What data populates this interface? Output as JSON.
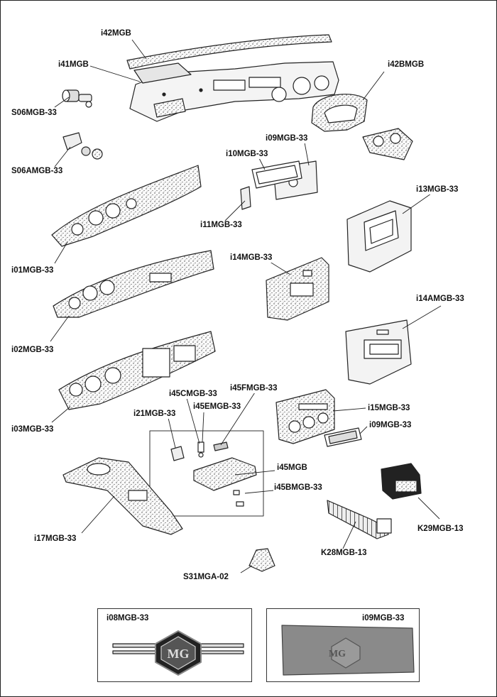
{
  "labels": {
    "i42MGB": "i42MGB",
    "i41MGB": "i41MGB",
    "i42BMGB": "i42BMGB",
    "S06MGB_33": "S06MGB-33",
    "i09MGB_33_top": "i09MGB-33",
    "i10MGB_33": "i10MGB-33",
    "S06AMGB_33": "S06AMGB-33",
    "i13MGB_33": "i13MGB-33",
    "i11MGB_33": "i11MGB-33",
    "i14MGB_33": "i14MGB-33",
    "i01MGB_33": "i01MGB-33",
    "i14AMGB_33": "i14AMGB-33",
    "i02MGB_33": "i02MGB-33",
    "i45FMGB_33": "i45FMGB-33",
    "i45CMGB_33": "i45CMGB-33",
    "i45EMGB_33": "i45EMGB-33",
    "i21MGB_33": "i21MGB-33",
    "i15MGB_33": "i15MGB-33",
    "i03MGB_33": "i03MGB-33",
    "i09MGB_33_mid": "i09MGB-33",
    "i45MGB": "i45MGB",
    "i45BMGB_33": "i45BMGB-33",
    "i17MGB_33": "i17MGB-33",
    "K29MGB_13": "K29MGB-13",
    "K28MGB_13": "K28MGB-13",
    "S31MGA_02": "S31MGA-02"
  },
  "insets": {
    "left_label": "i08MGB-33",
    "right_label": "i09MGB-33",
    "badge_text": "MG"
  },
  "colors": {
    "ink": "#222222",
    "panel_fill": "#f2f2f2",
    "stipple": "#555555",
    "plate_fill": "#8a8a8a",
    "chrome": "#c8c8c8"
  }
}
